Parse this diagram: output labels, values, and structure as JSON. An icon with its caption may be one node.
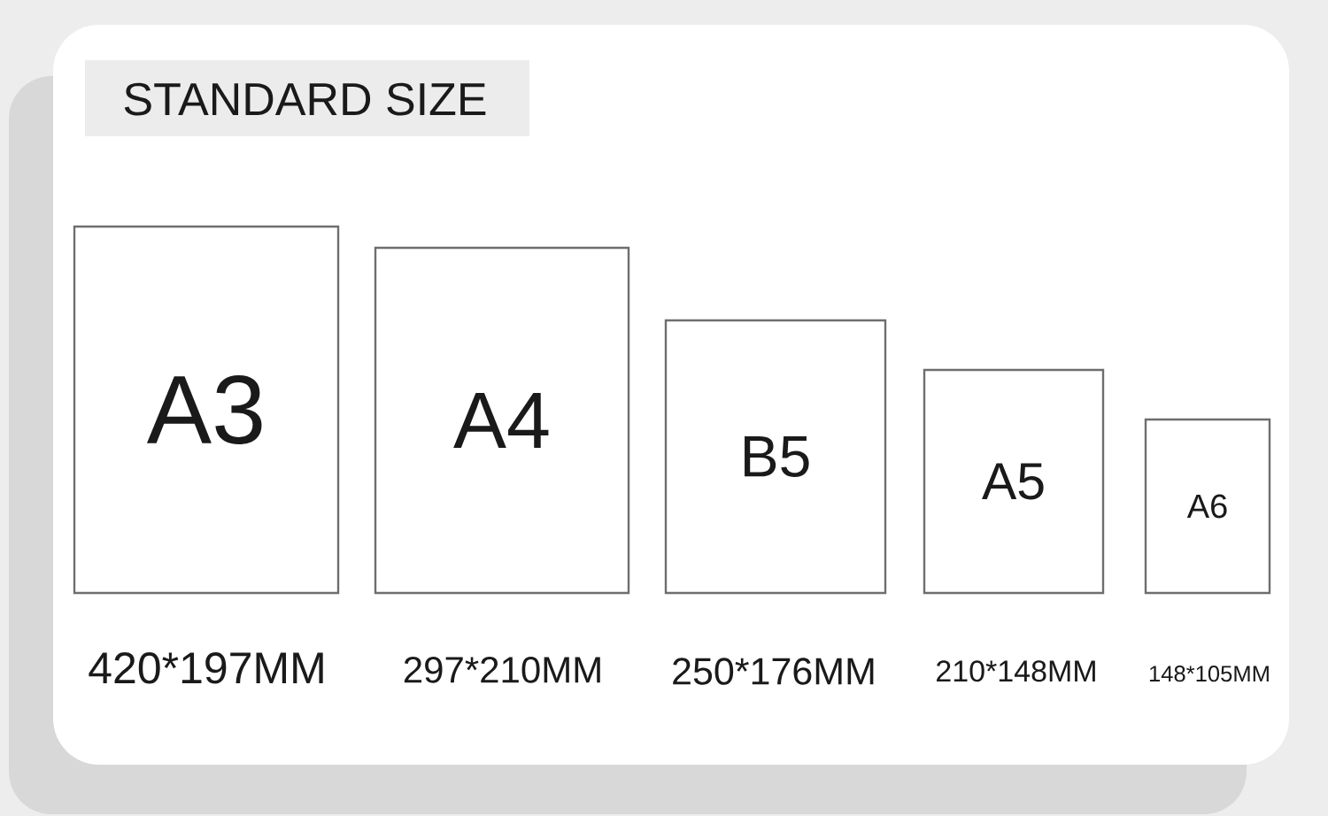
{
  "diagram": {
    "title": "STANDARD SIZE",
    "nodes": [
      {
        "text": [
          "A3"
        ],
        "beside": [
          "420*197MM"
        ]
      },
      {
        "text": [
          "A4"
        ],
        "beside": [
          "297*210MM"
        ]
      },
      {
        "text": [
          "B5"
        ],
        "beside": [
          "250*176MM"
        ]
      },
      {
        "text": [
          "A5"
        ],
        "beside": [
          "210*148MM"
        ]
      },
      {
        "text": [
          "A6"
        ],
        "beside": [
          "148*105MM"
        ]
      }
    ]
  }
}
